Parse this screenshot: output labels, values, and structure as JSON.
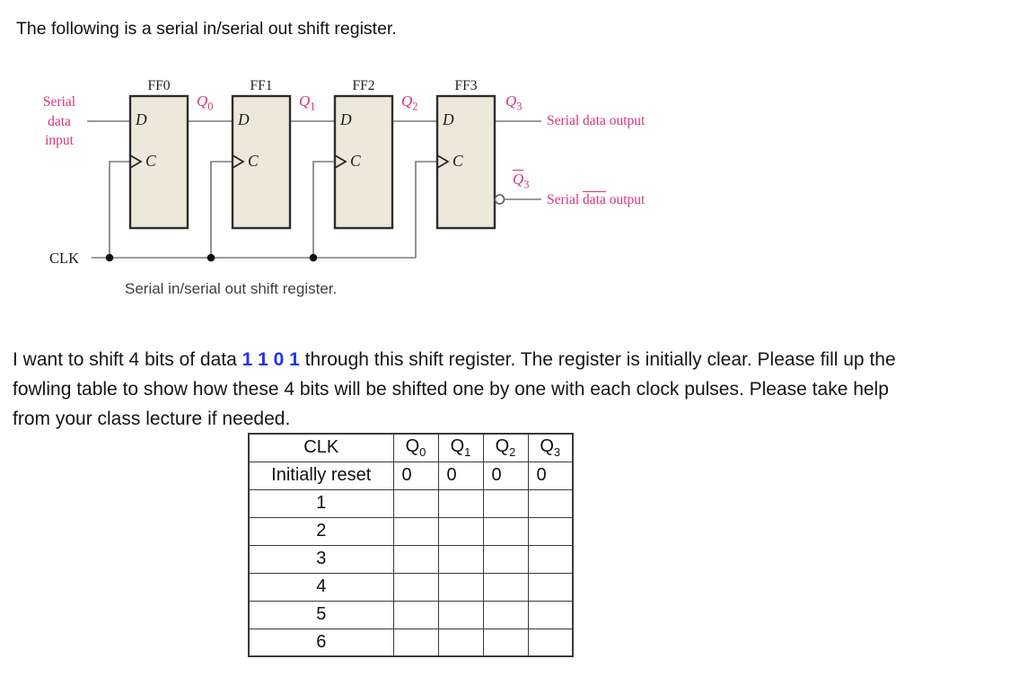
{
  "title": "The following is a serial in/serial out shift register.",
  "diagram": {
    "caption": "Serial in/serial out shift register.",
    "serial_input_lines": [
      "Serial",
      "data",
      "input"
    ],
    "clk_label": "CLK",
    "flip_flops": [
      {
        "name": "FF0",
        "d_label": "D",
        "c_label": "C"
      },
      {
        "name": "FF1",
        "d_label": "D",
        "c_label": "C"
      },
      {
        "name": "FF2",
        "d_label": "D",
        "c_label": "C"
      },
      {
        "name": "FF3",
        "d_label": "D",
        "c_label": "C"
      }
    ],
    "q_labels": [
      {
        "base": "Q",
        "sub": "0"
      },
      {
        "base": "Q",
        "sub": "1"
      },
      {
        "base": "Q",
        "sub": "2"
      },
      {
        "base": "Q",
        "sub": "3"
      }
    ],
    "qbar_label": {
      "base": "Q",
      "sub": "3"
    },
    "output_label_q": "Serial data output",
    "output_label_qbar": {
      "word1": "Serial",
      "word2": "data",
      "word3": "output"
    },
    "colors": {
      "accent_pink": "#d6327f",
      "ff_fill": "#ece9da",
      "ff_border": "#2e2e2e",
      "wire_gray": "#7a7a7a"
    }
  },
  "question": {
    "line1_pre": "I want to shift 4 bits of data ",
    "bits": "1 1 0 1",
    "line1_post": " through this shift register. The register is initially clear. Please fill up the",
    "line2": "fowling table to show how these 4 bits will be shifted one by one with each clock pulses. Please take help",
    "line3": "from your class lecture if needed.",
    "bits_color": "#1b36e3"
  },
  "table": {
    "header": {
      "clk": "CLK",
      "q0": {
        "base": "Q",
        "sub": "0"
      },
      "q1": {
        "base": "Q",
        "sub": "1"
      },
      "q2": {
        "base": "Q",
        "sub": "2"
      },
      "q3": {
        "base": "Q",
        "sub": "3"
      }
    },
    "rows": [
      {
        "clk": "Initially reset",
        "q0": "0",
        "q1": "0",
        "q2": "0",
        "q3": "0"
      },
      {
        "clk": "1",
        "q0": "",
        "q1": "",
        "q2": "",
        "q3": ""
      },
      {
        "clk": "2",
        "q0": "",
        "q1": "",
        "q2": "",
        "q3": ""
      },
      {
        "clk": "3",
        "q0": "",
        "q1": "",
        "q2": "",
        "q3": ""
      },
      {
        "clk": "4",
        "q0": "",
        "q1": "",
        "q2": "",
        "q3": ""
      },
      {
        "clk": "5",
        "q0": "",
        "q1": "",
        "q2": "",
        "q3": ""
      },
      {
        "clk": "6",
        "q0": "",
        "q1": "",
        "q2": "",
        "q3": ""
      }
    ]
  }
}
